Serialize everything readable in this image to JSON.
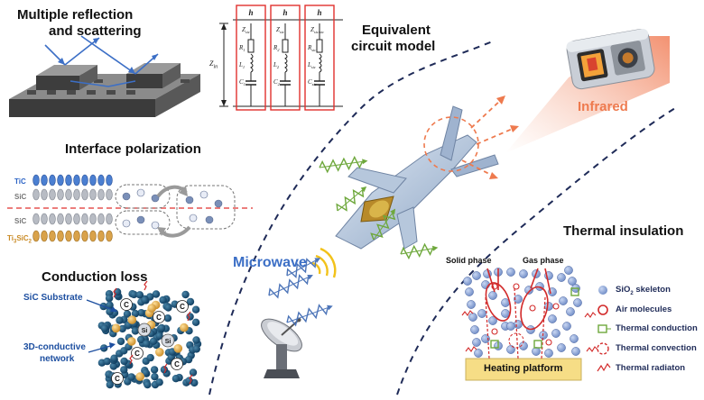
{
  "sections": {
    "reflection": {
      "title_line1": "Multiple reflection",
      "title_line2": "and scattering"
    },
    "circuit": {
      "title_line1": "Equivalent",
      "title_line2": "circuit model",
      "cells": [
        {
          "h": "h",
          "z": "Z",
          "z_sub": "sic",
          "r": "R",
          "r_sub": "1",
          "l": "L",
          "l_sub": "1",
          "c": "C",
          "c_sub": "1"
        },
        {
          "h": "h",
          "z": "Z",
          "z_sub": "sic",
          "r": "R",
          "r_sub": "2",
          "l": "L",
          "l_sub": "2",
          "c": "C",
          "c_sub": "2"
        },
        {
          "h": "h",
          "z": "Z",
          "z_sub": "sic/sic",
          "r": "R",
          "r_sub": "sic",
          "l": "L",
          "l_sub": "sic",
          "c": "C",
          "c_sub": "sic"
        }
      ],
      "side_label": "Z",
      "side_sub": "in"
    },
    "infrared": {
      "label": "Infrared"
    },
    "interface": {
      "title": "Interface polarization",
      "layers": [
        "TiC",
        "SiC",
        "SiC",
        "Ti3SiC2"
      ],
      "layer_formula_main": "Ti",
      "layer_formula_sub1": "3",
      "layer_formula_mid": "SiC",
      "layer_formula_sub2": "2"
    },
    "conduction": {
      "title": "Conduction loss",
      "substrate": "SiC Substrate",
      "network_line1": "3D-conductive",
      "network_line2": "network",
      "marker_c": "C",
      "marker_si": "Si"
    },
    "microwave": {
      "label": "Microwave"
    },
    "thermal": {
      "title": "Thermal insulation",
      "solid": "Solid phase",
      "gas": "Gas phase",
      "platform": "Heating platform",
      "legend": [
        {
          "text": "SiO",
          "sub": "2",
          "tail": " skeleton",
          "symbol": "sphere"
        },
        {
          "text": "Air molecules",
          "sub": "",
          "tail": "",
          "symbol": "ring"
        },
        {
          "text": "Thermal conduction",
          "sub": "",
          "tail": "",
          "symbol": "square"
        },
        {
          "text": "Thermal convection",
          "sub": "",
          "tail": "",
          "symbol": "dashed-ring"
        },
        {
          "text": "Thermal radiaton",
          "sub": "",
          "tail": "",
          "symbol": "zigzag-arrow"
        }
      ]
    }
  },
  "colors": {
    "accent_red": "#e0312d",
    "infrared_orange": "#ee7a4e",
    "microwave_blue": "#3c6fc6",
    "navy_dash": "#1f2b58",
    "wave_green": "#6ea83c",
    "wave_blue": "#4c74b8",
    "platform_yellow": "#f6dd86",
    "sio2_blue": "#8fa8d8"
  }
}
